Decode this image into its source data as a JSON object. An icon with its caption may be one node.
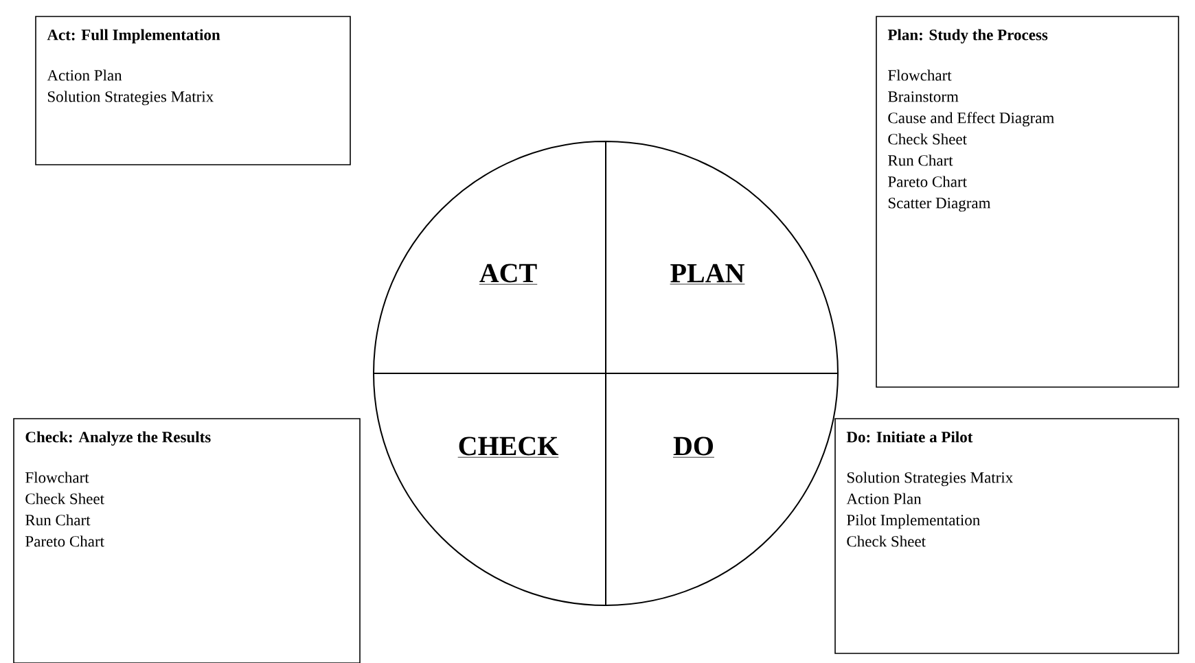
{
  "diagram": {
    "nodes": [
      {
        "text": [
          "Act: Full Implementation",
          "Action Plan",
          "Solution Strategies Matrix"
        ]
      },
      {
        "text": [
          "Plan: Study the Process",
          "Flowchart",
          "Brainstorm",
          "Cause and Effect Diagram",
          "Check Sheet",
          "Run Chart",
          "Pareto Chart",
          "Scatter Diagram"
        ]
      },
      {
        "text": [
          "ACT"
        ]
      },
      {
        "text": [
          "PLAN"
        ]
      },
      {
        "text": [
          "CHECK"
        ]
      },
      {
        "text": [
          "DO"
        ]
      },
      {
        "text": [
          "Check: Analyze the Results",
          "Flowchart",
          "Check Sheet",
          "Run Chart",
          "Pareto Chart"
        ]
      },
      {
        "text": [
          "Do: Initiate a Pilot",
          "Solution Strategies Matrix",
          "Action Plan",
          "Pilot Implementation",
          "Check Sheet"
        ]
      }
    ]
  }
}
